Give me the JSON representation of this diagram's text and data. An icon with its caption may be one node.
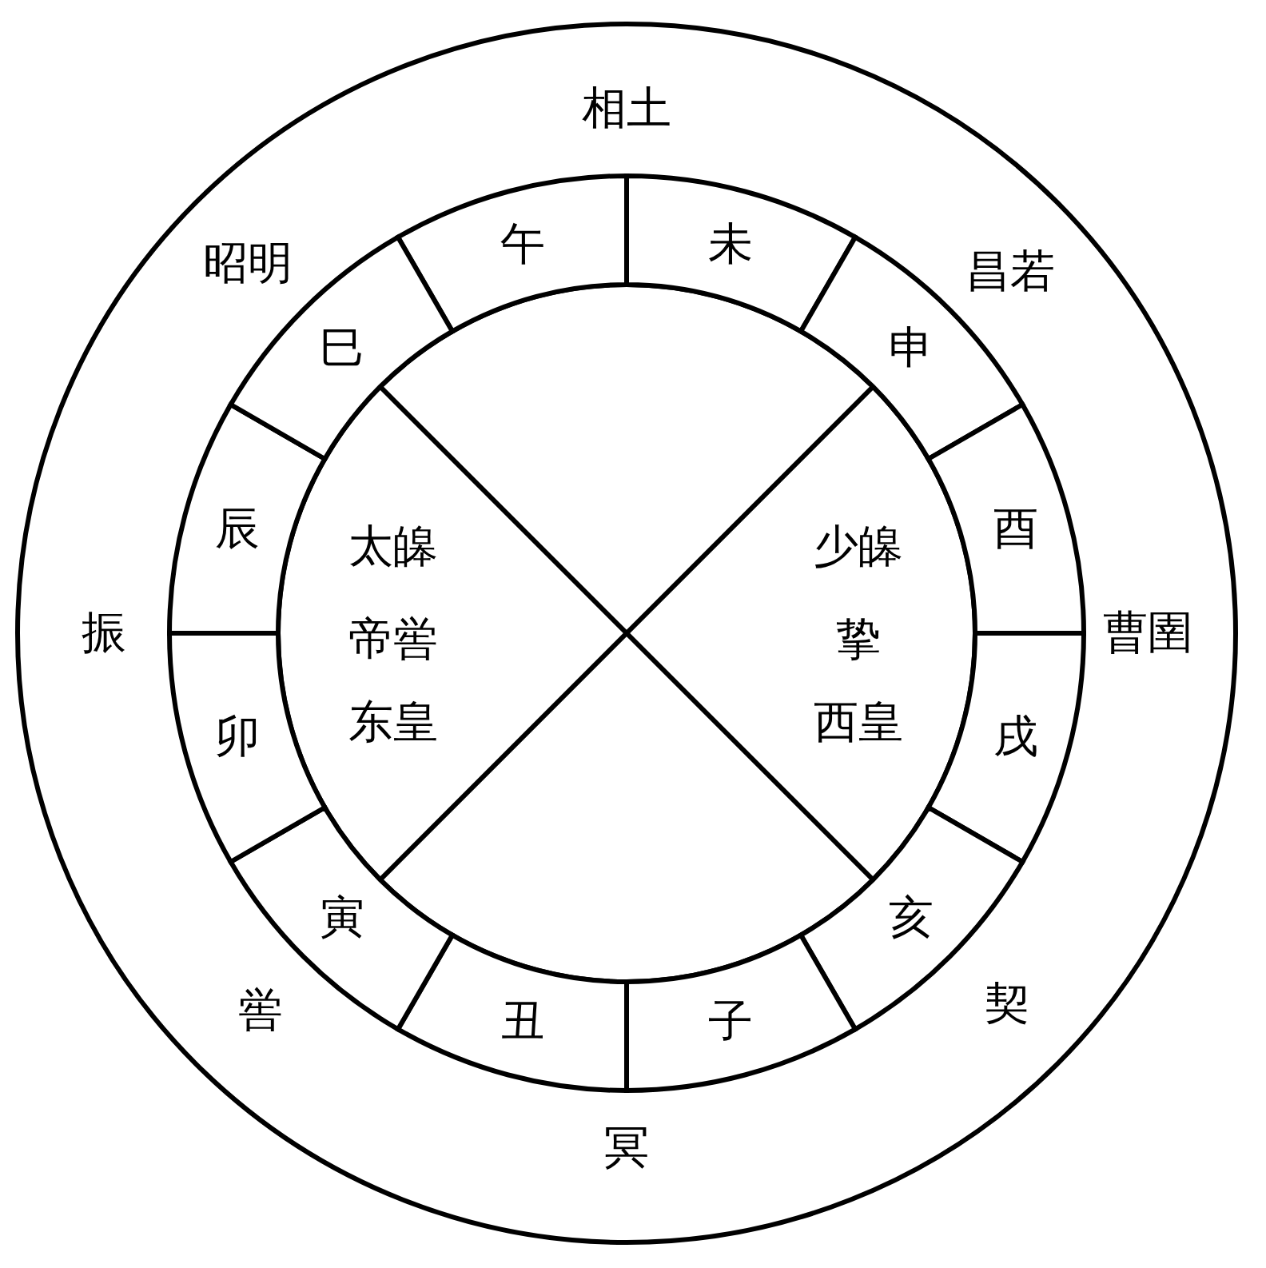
{
  "diagram": {
    "nodes": [
      {
        "text": [
          "午"
        ]
      },
      {
        "text": [
          "未"
        ]
      },
      {
        "text": [
          "申"
        ]
      },
      {
        "text": [
          "酉"
        ]
      },
      {
        "text": [
          "戌"
        ]
      },
      {
        "text": [
          "亥"
        ]
      },
      {
        "text": [
          "子"
        ]
      },
      {
        "text": [
          "丑"
        ]
      },
      {
        "text": [
          "寅"
        ]
      },
      {
        "text": [
          "卯"
        ]
      },
      {
        "text": [
          "辰"
        ]
      },
      {
        "text": [
          "巳"
        ]
      }
    ],
    "edges": [
      {
        "from": 11,
        "to": 5,
        "arrow": "none"
      },
      {
        "from": 2,
        "to": 8,
        "arrow": "none"
      }
    ],
    "labels": [
      "相土",
      "昭明",
      "昌若",
      "振",
      "曹圉",
      "太皞",
      "帝喾",
      "东皇",
      "少皞",
      "挚",
      "西皇",
      "喾",
      "契",
      "冥"
    ]
  }
}
